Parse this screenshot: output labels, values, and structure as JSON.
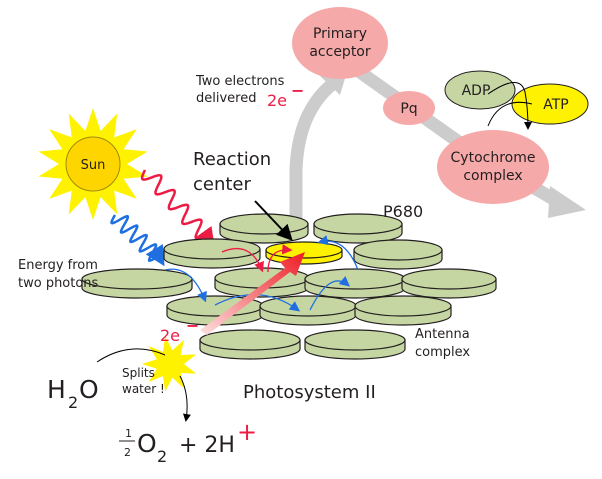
{
  "title": "Photosystem II",
  "labels": {
    "sun": "Sun",
    "two_electrons_line1": "Two electrons",
    "two_electrons_line2": "delivered",
    "electrons_top": "2e",
    "electrons_sup": "−",
    "reaction_center_line1": "Reaction",
    "reaction_center_line2": "center",
    "p680": "P680",
    "energy_line1": "Energy from",
    "energy_line2": "two photons",
    "antenna_line1": "Antenna",
    "antenna_line2": "complex",
    "electrons_bottom": "2e",
    "splits_line1": "Splits",
    "splits_line2": "water !",
    "photosystem": "Photosystem II",
    "h2o_H": "H",
    "h2o_sub": "2",
    "h2o_O": "O",
    "half_num": "1",
    "half_den": "2",
    "o2_O": "O",
    "o2_sub": "2",
    "plus_2h": "+ 2H",
    "h_plus": "+"
  },
  "nodes": {
    "primary_acceptor_line1": "Primary",
    "primary_acceptor_line2": "acceptor",
    "pq": "Pq",
    "cytochrome_line1": "Cytochrome",
    "cytochrome_line2": "complex",
    "adp": "ADP",
    "atp": "ATP"
  },
  "colors": {
    "disc": "#c5d6a2",
    "reaction_disc": "#fff200",
    "node_pink": "#f6a9a9",
    "adp_green": "#c5d6a2",
    "atp_yellow": "#fff200",
    "sun_yellow": "#fff200",
    "sun_core": "#ffd500",
    "photon_red": "#ed1c45",
    "photon_blue": "#1f6fe0",
    "electron_red": "#ed1c45",
    "path_gray": "#cccccc"
  }
}
